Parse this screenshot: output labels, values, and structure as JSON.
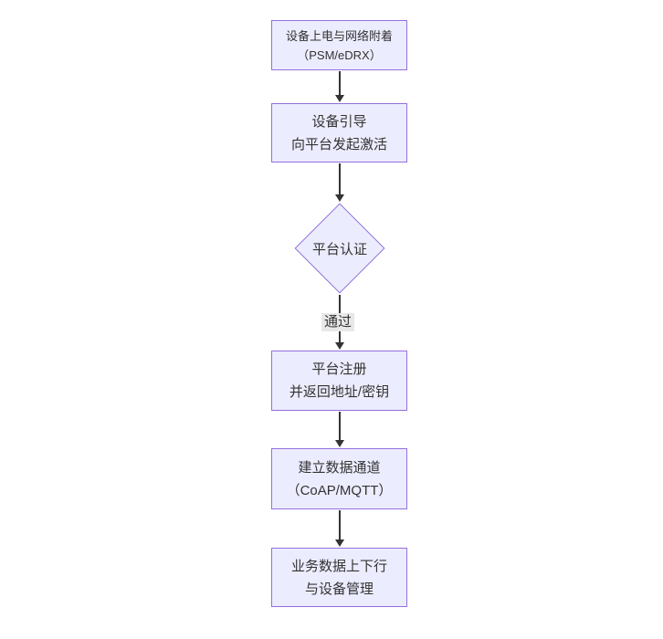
{
  "diagram": {
    "type": "flowchart",
    "direction": "top-down",
    "colors": {
      "background": "#ffffff",
      "node_fill": "#ECECFF",
      "node_border": "#9370DB",
      "text": "#333333",
      "edge": "#333333",
      "edge_label_bg": "#e8e8e8"
    },
    "nodes": {
      "power_attach": {
        "shape": "rect",
        "lines": [
          "设备上电与网络附着",
          "（PSM/eDRX）"
        ]
      },
      "bootstrap": {
        "shape": "rect",
        "lines": [
          "设备引导",
          "向平台发起激活"
        ]
      },
      "platform_auth": {
        "shape": "diamond",
        "label": "平台认证"
      },
      "register": {
        "shape": "rect",
        "lines": [
          "平台注册",
          "并返回地址/密钥"
        ]
      },
      "data_channel": {
        "shape": "rect",
        "lines": [
          "建立数据通道",
          "（CoAP/MQTT）"
        ]
      },
      "business": {
        "shape": "rect",
        "lines": [
          "业务数据上下行",
          "与设备管理"
        ]
      }
    },
    "edges": [
      {
        "from": "power_attach",
        "to": "bootstrap",
        "label": ""
      },
      {
        "from": "bootstrap",
        "to": "platform_auth",
        "label": ""
      },
      {
        "from": "platform_auth",
        "to": "register",
        "label": "通过"
      },
      {
        "from": "register",
        "to": "data_channel",
        "label": ""
      },
      {
        "from": "data_channel",
        "to": "business",
        "label": ""
      }
    ]
  }
}
